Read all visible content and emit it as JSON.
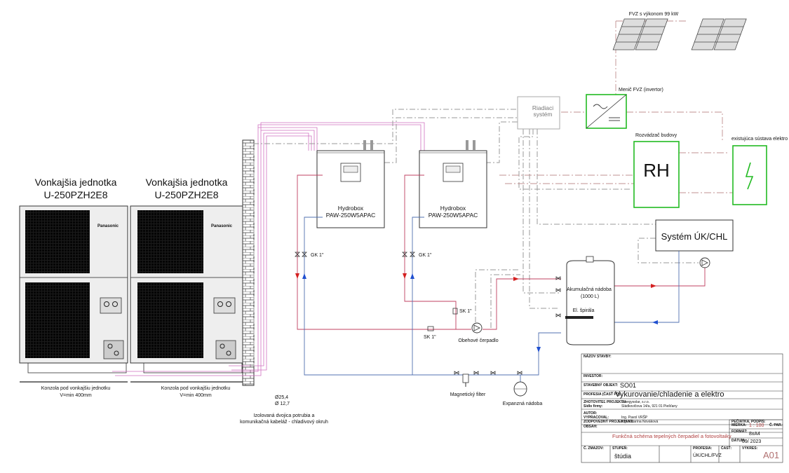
{
  "outdoor_units": [
    {
      "title": "Vonkajšia jednotka",
      "model": "U-250PZH2E8",
      "brand": "Panasonic",
      "console": "Konzola pod vonkajšiu jednotku",
      "height": "V=min 400mm"
    },
    {
      "title": "Vonkajšia jednotka",
      "model": "U-250PZH2E8",
      "brand": "Panasonic",
      "console": "Konzola pod vonkajšiu jednotku",
      "height": "V=min 400mm"
    }
  ],
  "hydroboxes": [
    {
      "name": "Hydrobox",
      "model": "PAW-250W5APAC",
      "valve_gk": "GK 1\"",
      "valve_sk": "SK 1\""
    },
    {
      "name": "Hydrobox",
      "model": "PAW-250W5APAC",
      "valve_gk": "GK 1\"",
      "valve_sk": "SK 1\""
    }
  ],
  "pv": {
    "title": "FVZ s výkonom  99 kW",
    "inverter": "Menič FVZ (invertor)"
  },
  "control": {
    "label": "Riadiaci systém"
  },
  "rh": {
    "title": "Rozvádzač budovy",
    "label": "RH"
  },
  "electric": {
    "label": "existujúca sústava elektro"
  },
  "system": {
    "label": "Systém ÚK/CHL"
  },
  "tank": {
    "name": "Akumulačná nádoba",
    "volume": "(1000 L)",
    "heater": "El. špirála"
  },
  "pump": {
    "label": "Obehové čerpadlo"
  },
  "filter": {
    "label": "Magnetický filter"
  },
  "expansion": {
    "label": "Expanzná nádoba"
  },
  "pipes": {
    "d1": "Ø25,4",
    "d2": "Ø 12,7",
    "note1": "Izolovaná dvojica potrubia a",
    "note2": "komunikačná kabeláž - chladivový okruh"
  },
  "title_block": {
    "stavba_label": "NÁZOV STAVBY:",
    "investor_label": "INVESTOR:",
    "object_label": "STAVEBNÝ OBJEKT:",
    "object": "SO01",
    "profession_label": "PROFESIA (ČASŤ PD):",
    "profession": "Vykurovanie/chladenie a elektro",
    "designer_label": "ZHOTOVITEĽ PROJEKTU:",
    "designer_sub": "Sídlo firmy:",
    "designer": "Energysolar, s.r.o.",
    "designer_addr": "Sládkovičova 14/a, 921 01 Piešťany",
    "author_label": "AUTOR:",
    "made_label": "VYPRACOVAL:",
    "resp_label": "ZODPOVEDNÝ PROJEKTANT:",
    "made": "Ing. Pavol VRŠP",
    "resp": "Ing. Katarína Nováková",
    "drawing_label": "OBSAH:",
    "drawing": "Funkčná schéma tepelných čerpadiel a fotovoltaiky",
    "pages_label": "PEČIATKA, PODPIS:",
    "scale_label": "MIERKA:",
    "scale": "1 : 100",
    "format_label": "FORMÁT:",
    "format": "8xA4",
    "date_label": "DÁTUM:",
    "date": "09/ 2023",
    "sheet_label": "Č. PAR.:",
    "change_label": "Č. ZMAZOV:",
    "stage_label": "STUPEŇ:",
    "stage": "štúdia",
    "part_label": "PROFESIA:",
    "part": "ÚK/CHL/FVZ",
    "part2_label": "ČASŤ:",
    "drawno_label": "VÝKRES:",
    "drawno": "A01"
  },
  "colors": {
    "refrigerant": "#d070c0",
    "hot": "#d42020",
    "cold": "#2050d0",
    "control": "#909090",
    "power": "#c08888",
    "green": "#22bb22"
  }
}
